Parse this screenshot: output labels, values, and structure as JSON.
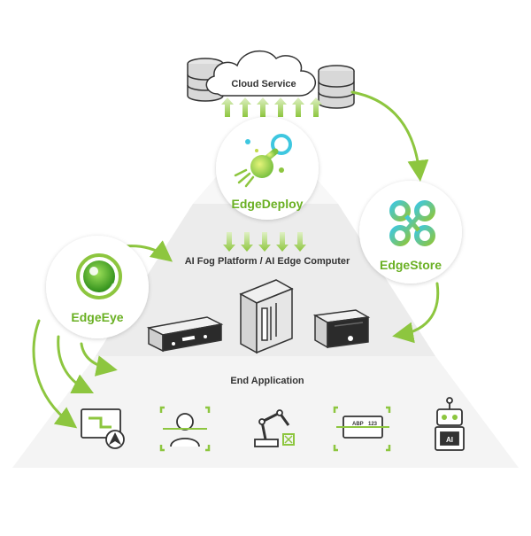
{
  "diagram": {
    "cloud_label": "Cloud Service",
    "fog_label": "AI Fog Platform / AI Edge Computer",
    "end_label": "End Application",
    "products": {
      "deploy": "EdgeDeploy",
      "store": "EdgeStore",
      "eye": "EdgeEye"
    },
    "device_texts": {
      "ocr": "ABP",
      "ocr_num": "123",
      "robot": "AI"
    }
  },
  "colors": {
    "brand_green": "#6ab023",
    "accent_green": "#8dc63f",
    "cyan": "#3ec7e0",
    "pyramid_top": "#f6f6f6",
    "pyramid_mid": "#ececec",
    "pyramid_bottom": "#f3f3f3",
    "outline": "#333333"
  },
  "icons": [
    "server-stack-icon",
    "cloud-icon",
    "edgedeploy-logo-icon",
    "edgestore-logo-icon",
    "edgeeye-logo-icon",
    "edge-box-icon",
    "tower-server-icon",
    "edge-gateway-icon",
    "map-navigation-icon",
    "face-recognition-icon",
    "robot-arm-icon",
    "license-plate-icon",
    "ai-robot-icon"
  ]
}
